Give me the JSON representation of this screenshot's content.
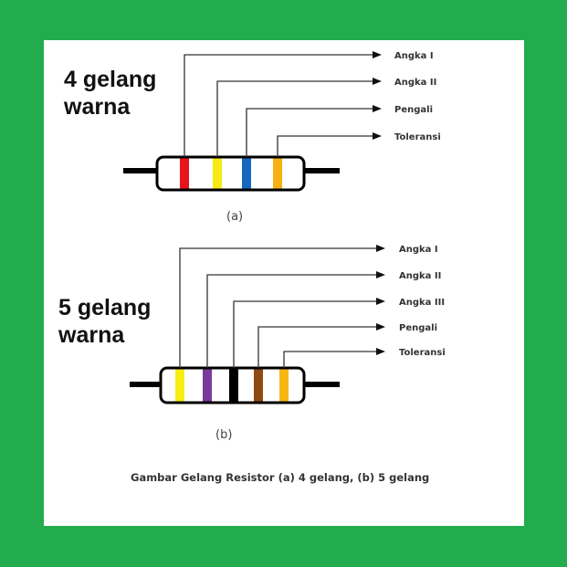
{
  "diagrams": [
    {
      "title": "4 gelang\nwarna",
      "sublabel": "(a)",
      "bands": [
        {
          "color": "#e8141b",
          "label": "Angka I"
        },
        {
          "color": "#f7ea14",
          "label": "Angka II"
        },
        {
          "color": "#1668bd",
          "label": "Pengali"
        },
        {
          "color": "#f6b114",
          "label": "Toleransi"
        }
      ]
    },
    {
      "title": "5 gelang\nwarna",
      "sublabel": "(b)",
      "bands": [
        {
          "color": "#f7ee14",
          "label": "Angka I"
        },
        {
          "color": "#7a3a9b",
          "label": "Angka II"
        },
        {
          "color": "#000000",
          "label": "Angka III"
        },
        {
          "color": "#8f4a12",
          "label": "Pengali"
        },
        {
          "color": "#f6b714",
          "label": "Toleransi"
        }
      ]
    }
  ],
  "caption": "Gambar Gelang Resistor (a) 4 gelang, (b) 5 gelang"
}
